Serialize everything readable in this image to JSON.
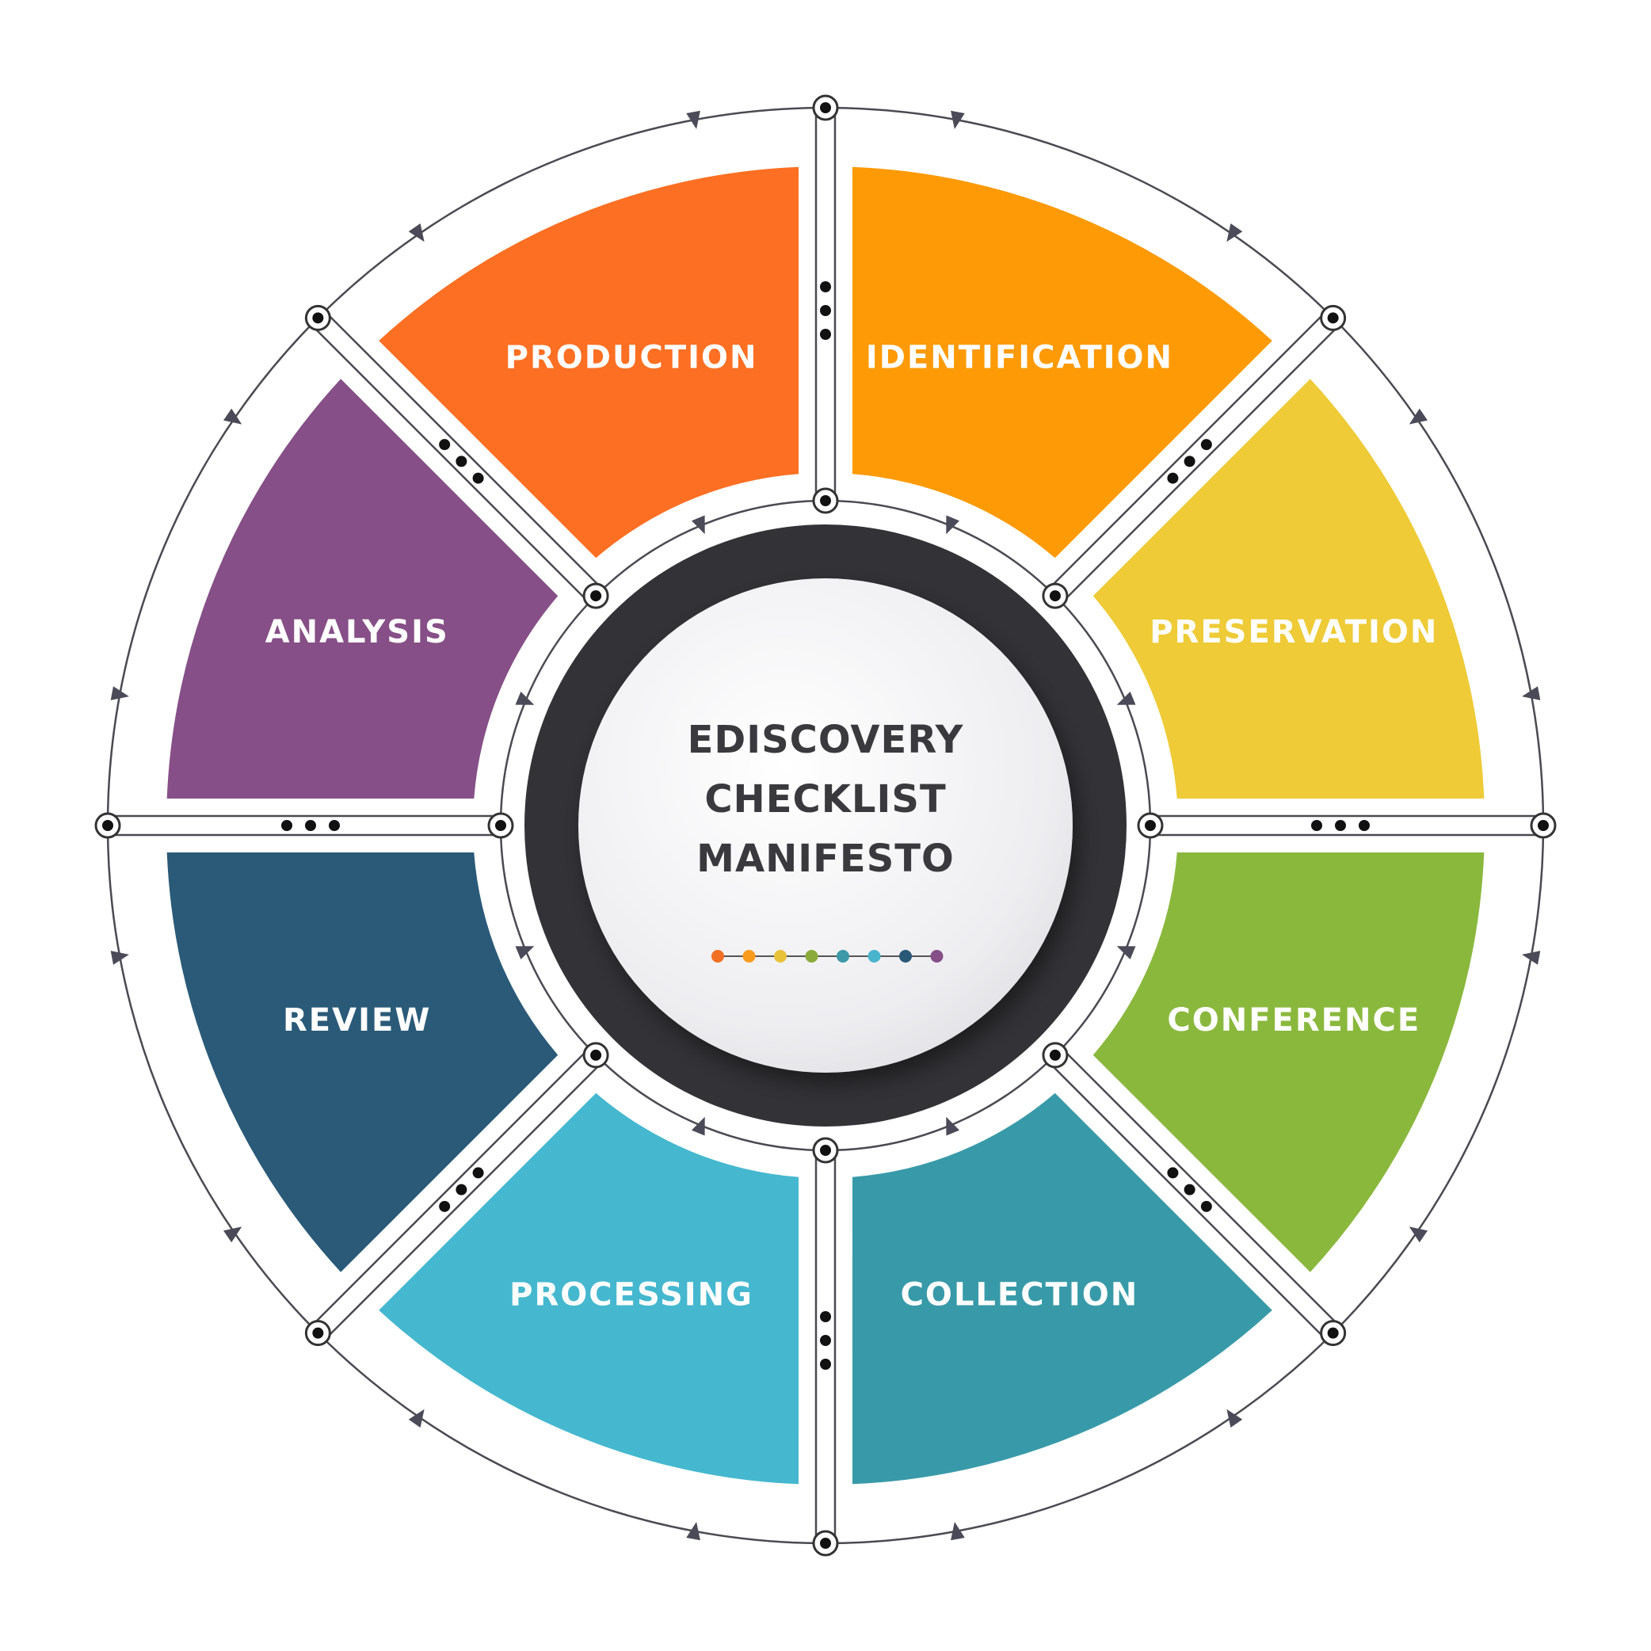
{
  "center": {
    "title_lines": [
      "EDISCOVERY",
      "CHECKLIST",
      "MANIFESTO"
    ],
    "dot_colors": [
      "#f26f23",
      "#f99b1c",
      "#e8c33a",
      "#8aab3c",
      "#3d98a8",
      "#49b5cc",
      "#2a5877",
      "#855087"
    ]
  },
  "segments": [
    {
      "label": "IDENTIFICATION",
      "color": "#fd9a06"
    },
    {
      "label": "PRESERVATION",
      "color": "#eecb37"
    },
    {
      "label": "CONFERENCE",
      "color": "#8ab83d"
    },
    {
      "label": "COLLECTION",
      "color": "#389aa8"
    },
    {
      "label": "PROCESSING",
      "color": "#45b8cf"
    },
    {
      "label": "REVIEW",
      "color": "#2a5a78"
    },
    {
      "label": "ANALYSIS",
      "color": "#864f87"
    },
    {
      "label": "PRODUCTION",
      "color": "#fd6f22"
    }
  ],
  "colors": {
    "ring_line": "#4a4a52",
    "hub_dark": "#333337",
    "hub_face": "#f3f3f5",
    "center_text": "#3a3a3e"
  }
}
